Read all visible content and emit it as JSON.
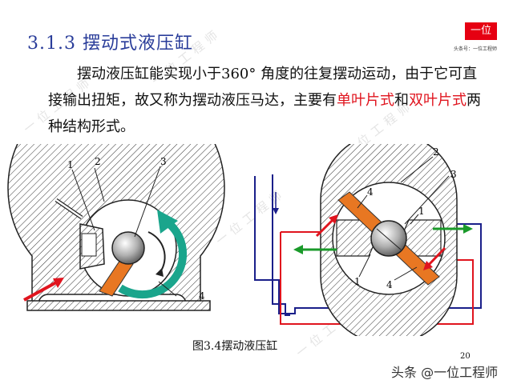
{
  "slide": {
    "title": "3.1.3  摆动式液压缸",
    "paragraph_part1": "摆动液压缸能实现小于360°  角度的往复摆动运动，由于它可直接输出扭矩，故又称为摆动液压马达，主要有",
    "highlight_single": "单叶片式",
    "paragraph_and": "和",
    "highlight_double": "双叶片式",
    "paragraph_end": "两种结构形式。",
    "caption": "图3.4摆动液压缸",
    "page_number": "20"
  },
  "logo": {
    "badge_text": "一位",
    "caption": "头条号：一位工程师"
  },
  "footer": {
    "brand": "头条 @一位工程师"
  },
  "watermark": {
    "text": "一位工程师"
  },
  "figure_labels": {
    "left_1": "1",
    "left_2": "2",
    "left_3": "3",
    "left_4": "4",
    "right_1_top": "1",
    "right_1_bottom": "1",
    "right_2": "2",
    "right_3": "3",
    "right_4_top": "4",
    "right_4_bottom": "4"
  },
  "colors": {
    "title": "#2a3d9a",
    "highlight": "#e0141e",
    "vane": "#e87722",
    "arrow_teal": "#1aa58c",
    "arrow_red": "#e0141e",
    "arrow_green": "#1a9a2a",
    "line_blue": "#1a1f8a"
  }
}
